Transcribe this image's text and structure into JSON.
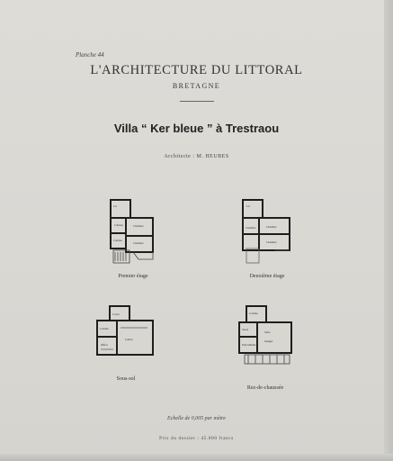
{
  "plate": "Planche 44",
  "header": {
    "title": "L'ARCHITECTURE DU LITTORAL",
    "subtitle": "BRETAGNE"
  },
  "villa_title": "Villa “ Ker bleue ”  à Trestraou",
  "architect": "Architecte : M. HEUBES",
  "plans": {
    "premier": {
      "caption": "Premier étage"
    },
    "deuxieme": {
      "caption": "Deuxième étage"
    },
    "sous_sol": {
      "caption": "Sous-sol"
    },
    "rez": {
      "caption": "Rez-de-chaussée"
    }
  },
  "scale": "Echelle de 0,005 par mètre",
  "price": "Prix du dossier : 45.000 francs"
}
